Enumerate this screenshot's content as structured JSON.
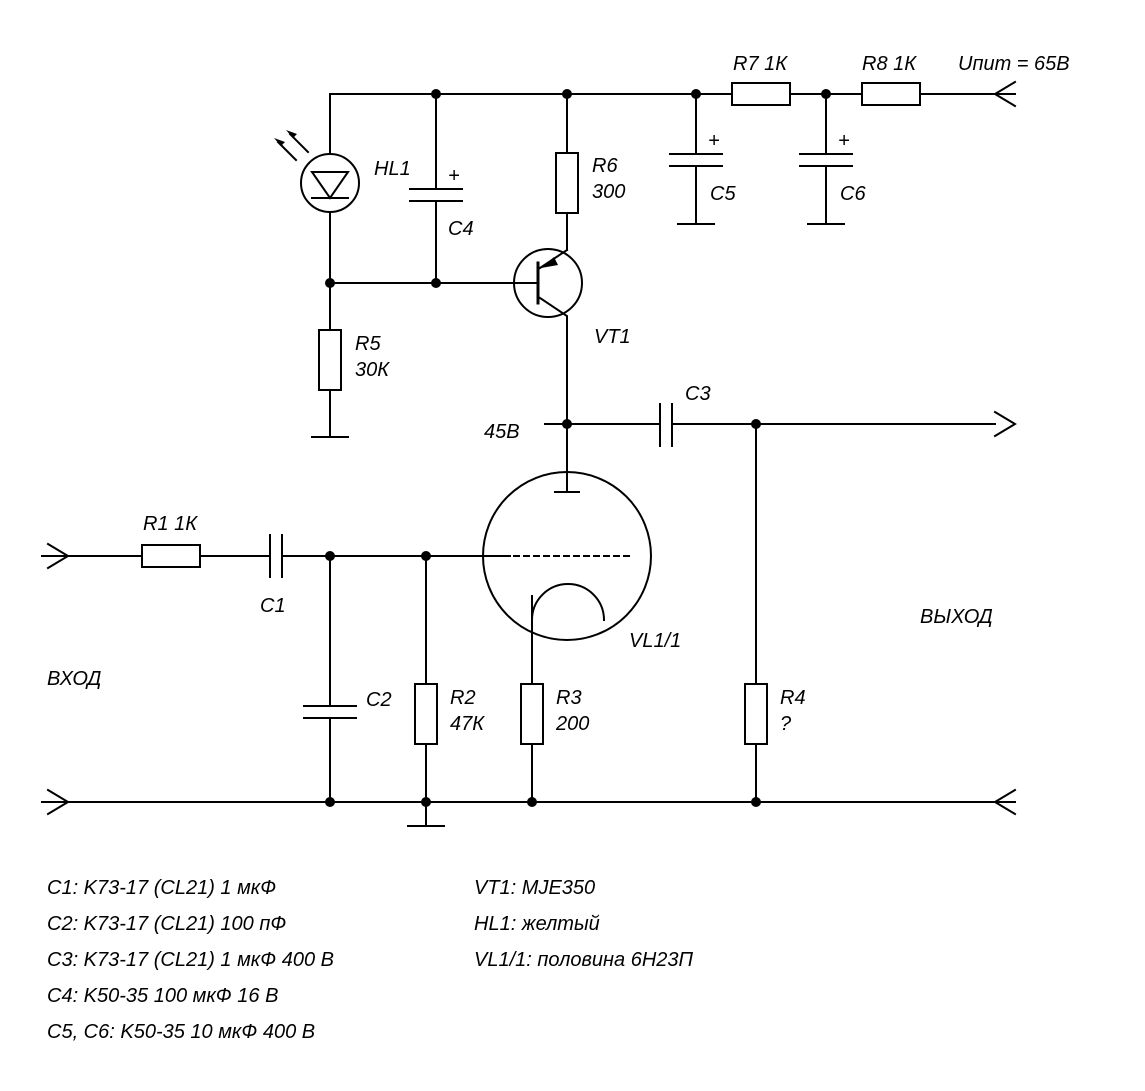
{
  "diagram": {
    "supply_label": "Uпит = 65В",
    "input_label": "ВХОД",
    "output_label": "ВЫХОД",
    "node_voltage_label": "45В",
    "components": {
      "r1": "R1 1К",
      "c1": "C1",
      "c2": "C2",
      "r2_name": "R2",
      "r2_value": "47К",
      "r3_name": "R3",
      "r3_value": "200",
      "r4_name": "R4",
      "r4_value": "?",
      "c3": "C3",
      "r5_name": "R5",
      "r5_value": "30К",
      "r6_name": "R6",
      "r6_value": "300",
      "vt1": "VT1",
      "hl1": "HL1",
      "c4": "C4",
      "c5": "C5",
      "c6": "C6",
      "r7": "R7 1К",
      "r8": "R8 1К",
      "vl1": "VL1/1",
      "polarity_mark": "+"
    }
  },
  "notes_left": [
    "C1: K73-17 (CL21) 1 мкФ",
    "C2: K73-17 (CL21) 100 пФ",
    "C3: K73-17 (CL21) 1 мкФ 400 В",
    "C4: K50-35 100 мкФ 16 В",
    "C5, C6: K50-35 10 мкФ 400 В"
  ],
  "notes_right": [
    "VT1: MJE350",
    "HL1: желтый",
    "VL1/1: половина 6Н23П"
  ]
}
